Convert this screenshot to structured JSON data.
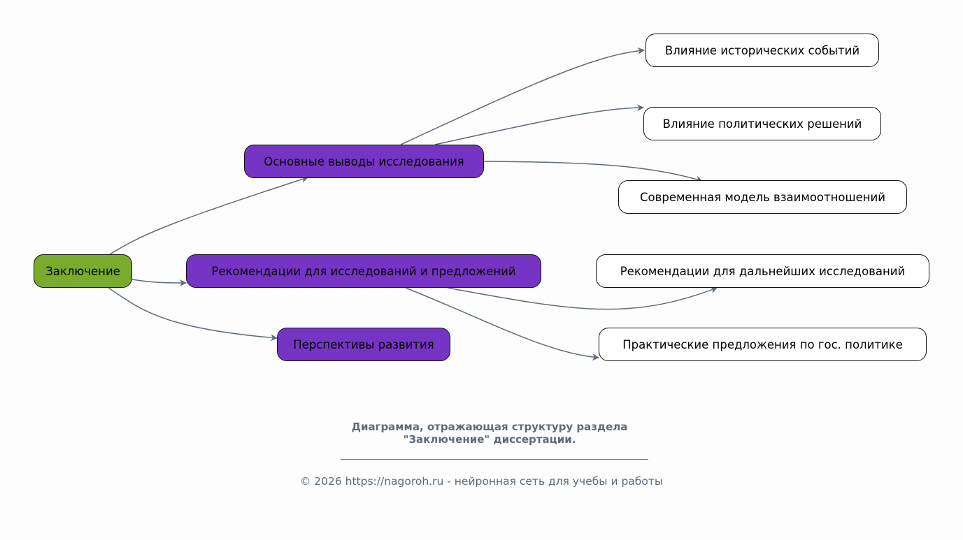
{
  "colors": {
    "root": "#7aab2d",
    "branch": "#7634c4",
    "leaf": "#ffffff",
    "edge": "#5d6b7a"
  },
  "nodes": {
    "root": "Заключение",
    "branches": [
      "Основные выводы исследования",
      "Рекомендации для исследований и предложений",
      "Перспективы развития"
    ],
    "leaves": [
      "Влияние исторических событий",
      "Влияние политических решений",
      "Современная модель взаимоотношений",
      "Рекомендации для дальнейших исследований",
      "Практические предложения по гос. политике"
    ]
  },
  "caption": {
    "line1": "Диаграмма, отражающая структуру раздела",
    "line2": "\"Заключение\" диссертации."
  },
  "footer": "© 2026 https://nagoroh.ru - нейронная сеть для учебы и работы"
}
